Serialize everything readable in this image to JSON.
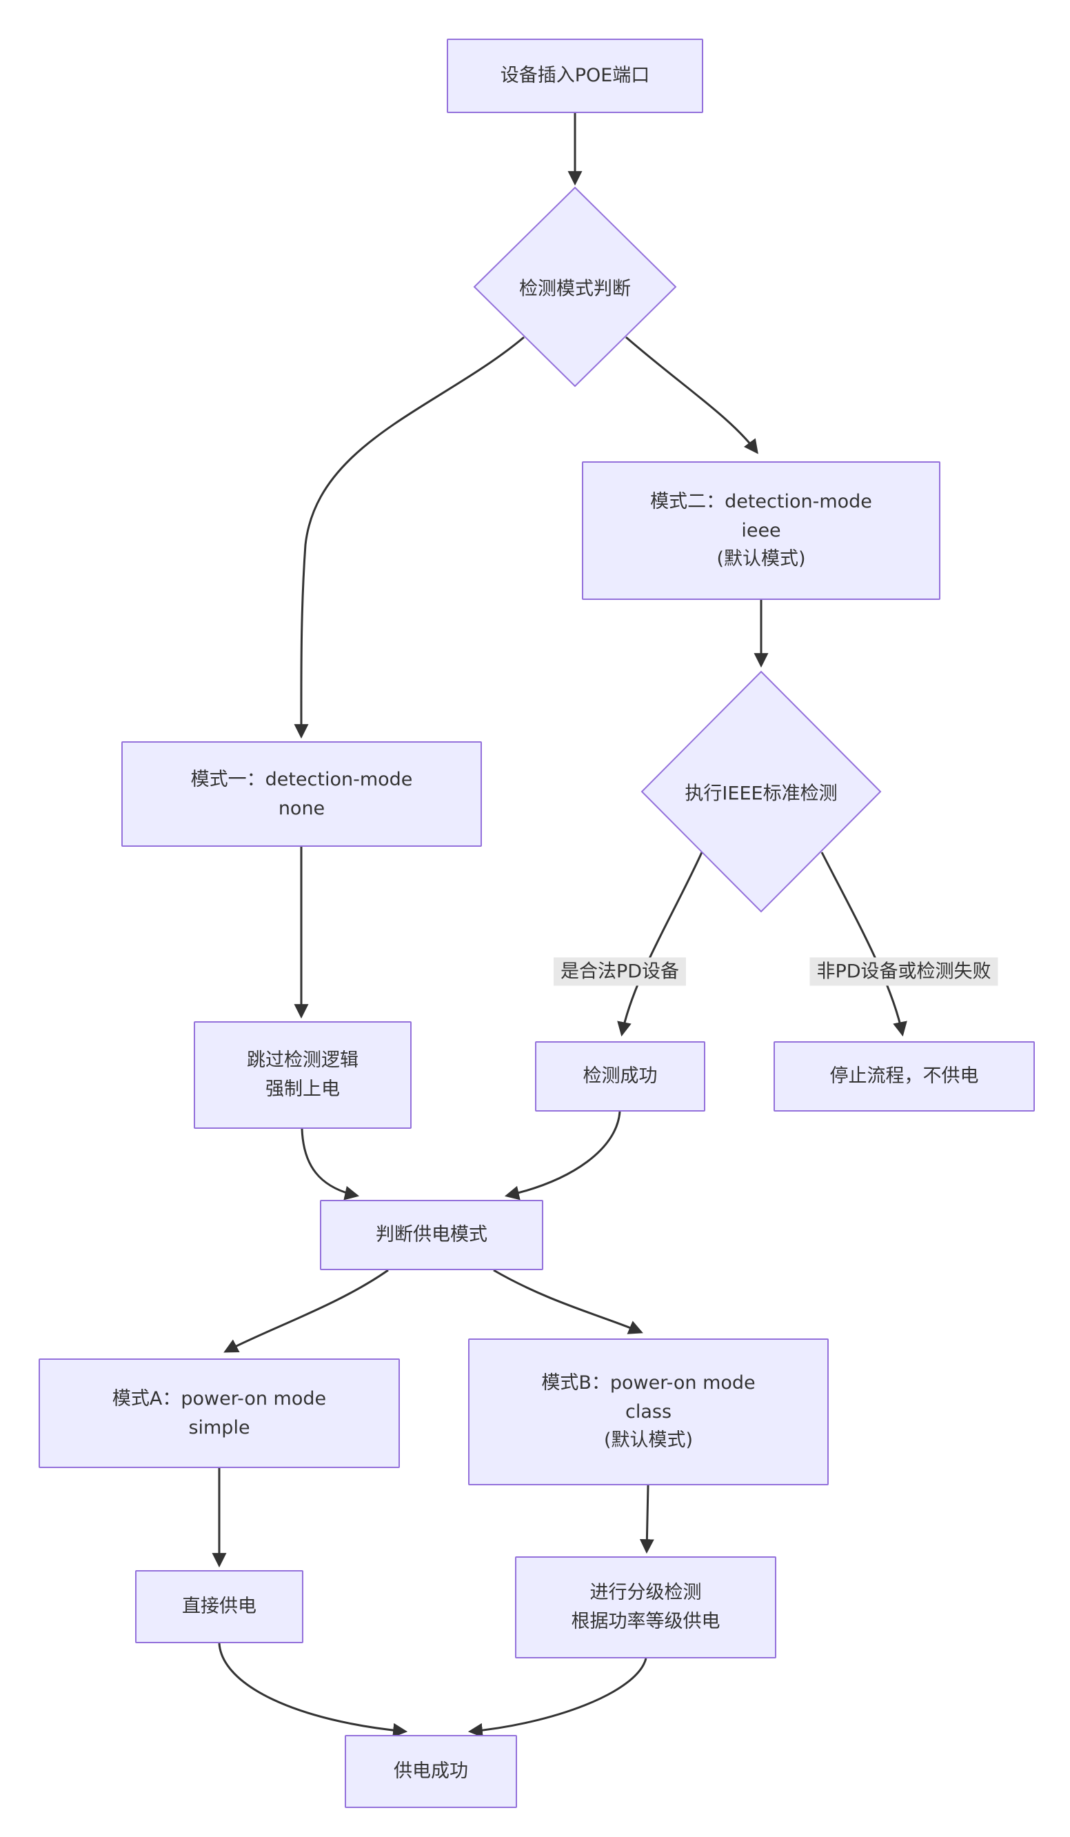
{
  "diagram": {
    "colors": {
      "background": "#ffffff",
      "node_fill": "#ECECFF",
      "node_border": "#9370DB",
      "arrow_color": "#333333",
      "label_bg": "#e8e8e8"
    },
    "nodes": {
      "plug": {
        "text": "设备插入POE端口"
      },
      "detect_mode": {
        "text": "检测模式判断"
      },
      "mode2": {
        "line1": "模式二：detection-mode",
        "line2": "ieee",
        "line3": "(默认模式)"
      },
      "mode1": {
        "line1": "模式一：detection-mode",
        "line2": "none"
      },
      "ieee_check": {
        "text": "执行IEEE标准检测"
      },
      "detect_ok": {
        "text": "检测成功"
      },
      "stop": {
        "text": "停止流程，不供电"
      },
      "skip": {
        "line1": "跳过检测逻辑",
        "line2": "强制上电"
      },
      "power_mode": {
        "text": "判断供电模式"
      },
      "modeA": {
        "line1": "模式A：power-on mode",
        "line2": "simple"
      },
      "modeB": {
        "line1": "模式B：power-on mode",
        "line2": "class",
        "line3": "(默认模式)"
      },
      "direct": {
        "text": "直接供电"
      },
      "class_detect": {
        "line1": "进行分级检测",
        "line2": "根据功率等级供电"
      },
      "success": {
        "text": "供电成功"
      }
    },
    "edge_labels": {
      "valid": "是合法PD设备",
      "invalid": "非PD设备或检测失败"
    },
    "edges": [
      {
        "from": "plug",
        "to": "detect_mode",
        "label": ""
      },
      {
        "from": "detect_mode",
        "to": "mode1",
        "label": ""
      },
      {
        "from": "detect_mode",
        "to": "mode2",
        "label": ""
      },
      {
        "from": "mode2",
        "to": "ieee_check",
        "label": ""
      },
      {
        "from": "mode1",
        "to": "skip",
        "label": ""
      },
      {
        "from": "ieee_check",
        "to": "detect_ok",
        "label": "是合法PD设备"
      },
      {
        "from": "ieee_check",
        "to": "stop",
        "label": "非PD设备或检测失败"
      },
      {
        "from": "skip",
        "to": "power_mode",
        "label": ""
      },
      {
        "from": "detect_ok",
        "to": "power_mode",
        "label": ""
      },
      {
        "from": "power_mode",
        "to": "modeA",
        "label": ""
      },
      {
        "from": "power_mode",
        "to": "modeB",
        "label": ""
      },
      {
        "from": "modeA",
        "to": "direct",
        "label": ""
      },
      {
        "from": "modeB",
        "to": "class_detect",
        "label": ""
      },
      {
        "from": "direct",
        "to": "success",
        "label": ""
      },
      {
        "from": "class_detect",
        "to": "success",
        "label": ""
      }
    ]
  }
}
